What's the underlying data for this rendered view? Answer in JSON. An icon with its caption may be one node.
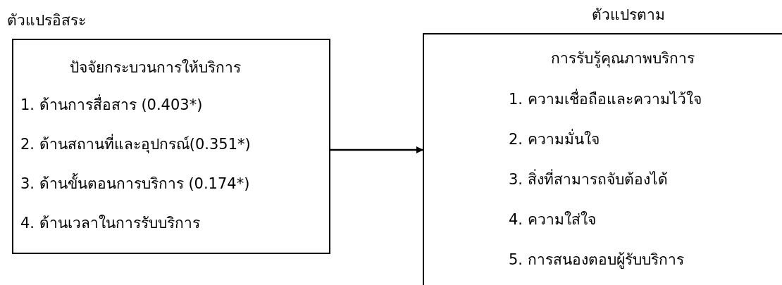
{
  "diagram": {
    "nodes": [
      {
        "text": [
          "ตัวแปรอิสระ",
          "ปัจจัยกระบวนการให้บริการ",
          "1. ด้านการสื่อสาร (0.403*)",
          "2. ด้านสถานที่และอุปกรณ์(0.351*)",
          "3. ด้านขั้นตอนการบริการ (0.174*)",
          "4. ด้านเวลาในการรับบริการ"
        ]
      },
      {
        "text": [
          "ตัวแปรตาม",
          "การรับรู้คุณภาพบริการ",
          "1. ความเชื่อถือและความไว้ใจ",
          "2. ความมั่นใจ",
          "3. สิ่งที่สามารถจับต้องได้",
          "4. ความใส่ใจ",
          "5. การสนองตอบผู้รับบริการ"
        ]
      }
    ],
    "edges": [
      {
        "from": 0,
        "to": 1,
        "arrow": "to"
      }
    ]
  }
}
